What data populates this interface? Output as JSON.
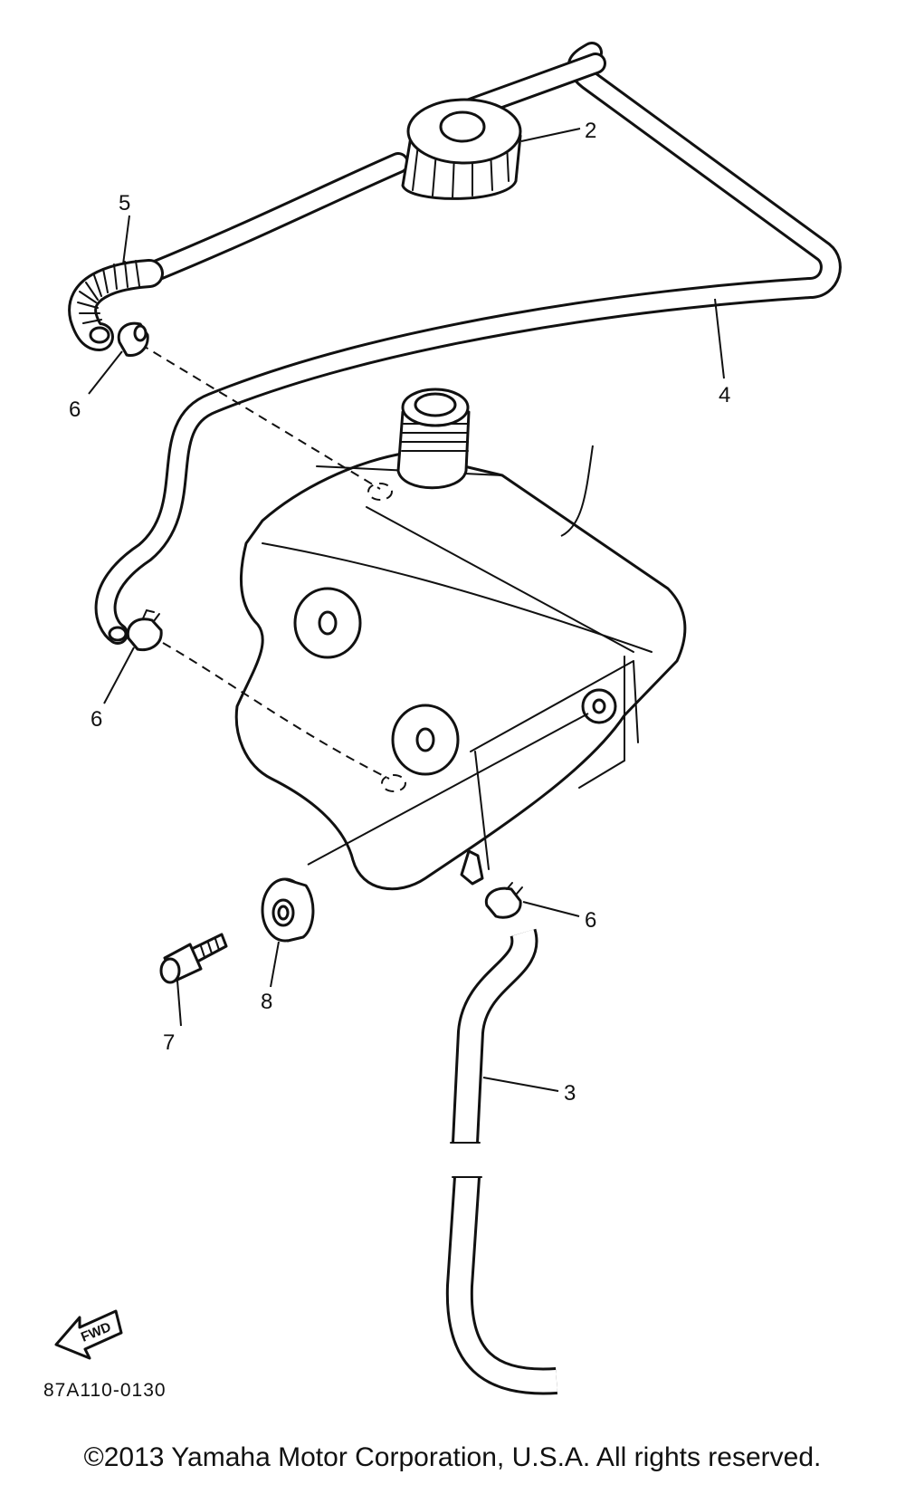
{
  "callouts": {
    "c2": "2",
    "c3": "3",
    "c4": "4",
    "c5": "5",
    "c6a": "6",
    "c6b": "6",
    "c6c": "6",
    "c7": "7",
    "c8": "8"
  },
  "fwd_label": "FWD",
  "diagram_ref": "87A110-0130",
  "copyright": "©2013 Yamaha Motor Corporation, U.S.A. All rights reserved."
}
